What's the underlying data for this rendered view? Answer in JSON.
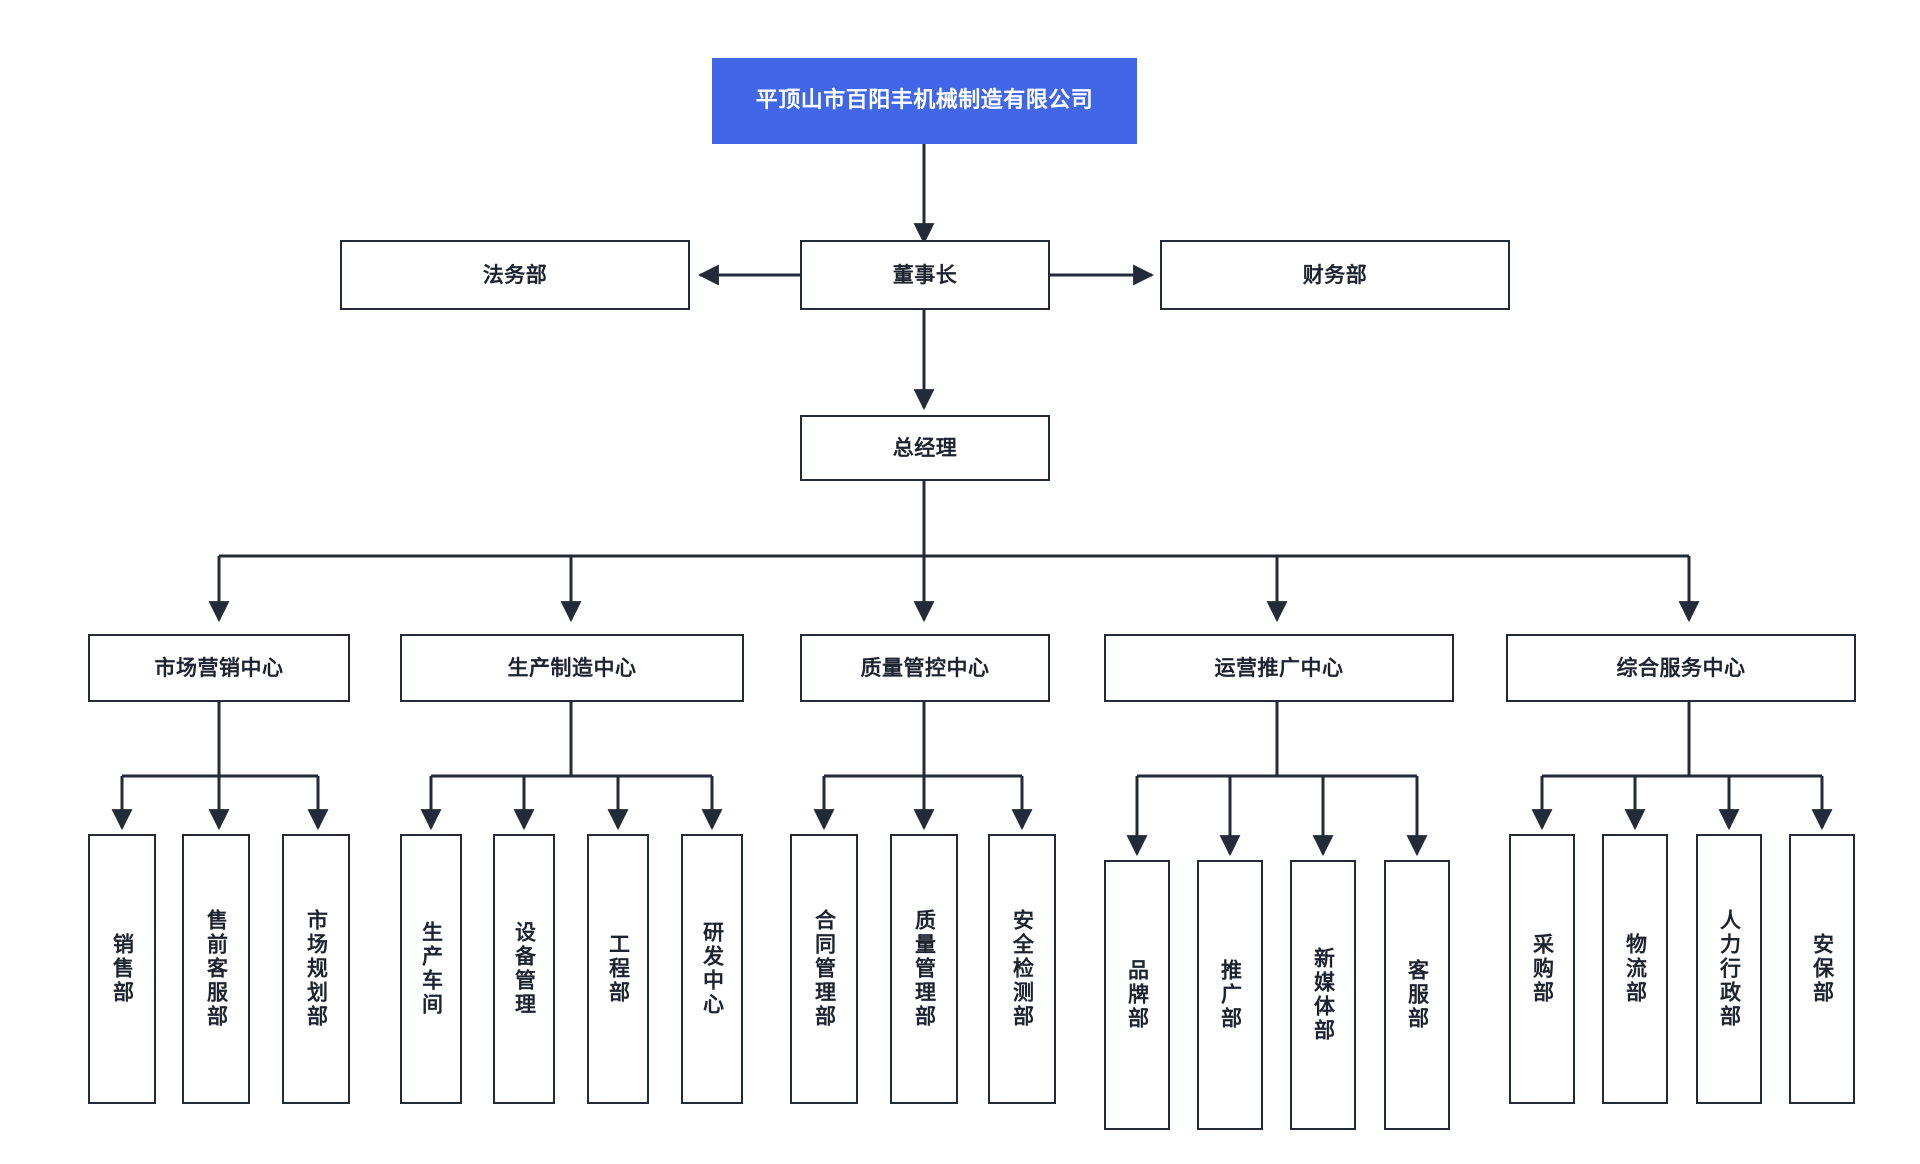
{
  "chart": {
    "type": "org-chart",
    "title": "平顶山市百阳丰机械制造有限公司",
    "accent_color": "#4266e8",
    "line_color": "#232b38",
    "background_color": "#ffffff"
  },
  "root": {
    "label": "平顶山市百阳丰机械制造有限公司"
  },
  "level1": {
    "chairman": "董事长",
    "legal": "法务部",
    "finance": "财务部"
  },
  "level2": {
    "general_manager": "总经理"
  },
  "centers": [
    {
      "label": "市场营销中心"
    },
    {
      "label": "生产制造中心"
    },
    {
      "label": "质量管控中心"
    },
    {
      "label": "运营推广中心"
    },
    {
      "label": "综合服务中心"
    }
  ],
  "departments": {
    "marketing": [
      "销售部",
      "售前客服部",
      "市场规划部"
    ],
    "production": [
      "生产车间",
      "设备管理",
      "工程部",
      "研发中心"
    ],
    "quality": [
      "合同管理部",
      "质量管理部",
      "安全检测部"
    ],
    "operations": [
      "品牌部",
      "推广部",
      "新媒体部",
      "客服部"
    ],
    "services": [
      "采购部",
      "物流部",
      "人力行政部",
      "安保部"
    ]
  }
}
